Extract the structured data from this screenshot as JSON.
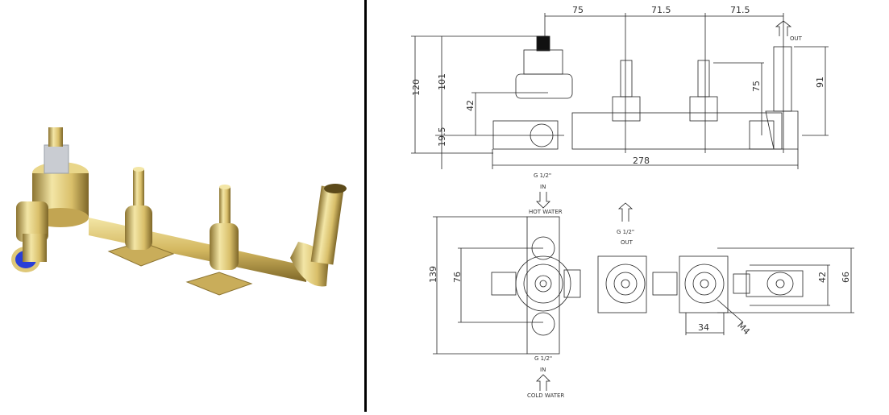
{
  "render": {
    "alt": "Thermostatic concealed valve body with two stop valves and outlet elbow (brass 3D render)",
    "colors": {
      "brass_light": "#f3e6a6",
      "brass": "#d9bf6a",
      "brass_dark": "#8c7431",
      "cartridge": "#c9ccd2",
      "cap_blue": "#2a3fd8"
    }
  },
  "front_view": {
    "top_dims": [
      "75",
      "71.5",
      "71.5"
    ],
    "heights": {
      "overall": "120",
      "to_cartridge": "101",
      "center_offset": "42",
      "base": "19.5",
      "stop_valve": "75",
      "outlet": "91"
    },
    "length": "278",
    "outlet_label": "OUT"
  },
  "top_view": {
    "hot_inlet": {
      "thread": "G 1/2\"",
      "dir": "IN",
      "label": "HOT WATER"
    },
    "cold_inlet": {
      "thread": "G 1/2\"",
      "dir": "IN",
      "label": "COLD WATER"
    },
    "outlet": {
      "thread": "G 1/2\"",
      "dir": "OUT"
    },
    "dims": {
      "height_total": "139",
      "inlet_spacing": "76",
      "bracket_width": "34",
      "screw": "M4",
      "outlet_width": "42",
      "body_width": "66"
    }
  }
}
